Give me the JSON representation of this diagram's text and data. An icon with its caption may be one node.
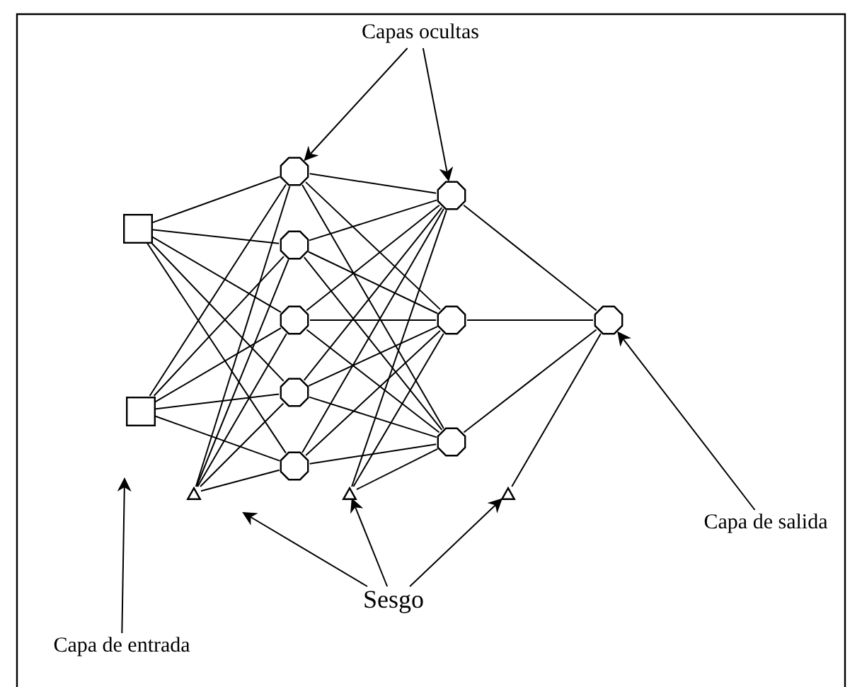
{
  "diagram": {
    "nodes": [
      {
        "text": [
          "Capas ocultas"
        ]
      },
      {
        "text": [],
        "shape": "box"
      },
      {
        "text": [],
        "shape": "box"
      },
      {
        "text": [],
        "shape": "circle"
      },
      {
        "text": [],
        "shape": "circle"
      },
      {
        "text": [],
        "shape": "circle"
      },
      {
        "text": [],
        "shape": "circle"
      },
      {
        "text": [],
        "shape": "circle"
      },
      {
        "text": [],
        "shape": "circle"
      },
      {
        "text": [],
        "shape": "circle"
      },
      {
        "text": [],
        "shape": "circle"
      },
      {
        "text": [],
        "shape": "circle"
      },
      {
        "text": [],
        "shape": "triangle"
      },
      {
        "text": [],
        "shape": "triangle"
      },
      {
        "text": [],
        "shape": "triangle"
      },
      {
        "text": [
          "Capa de salida"
        ]
      },
      {
        "text": [
          "Sesgo"
        ]
      },
      {
        "text": [
          "Capa de entrada"
        ]
      }
    ],
    "edges": [
      {
        "from": 0,
        "to": 3,
        "arrow": "to"
      },
      {
        "from": 0,
        "to": 8,
        "arrow": "to"
      },
      {
        "from": 1,
        "to": 3,
        "arrow": "none"
      },
      {
        "from": 1,
        "to": 4,
        "arrow": "none"
      },
      {
        "from": 1,
        "to": 5,
        "arrow": "none"
      },
      {
        "from": 1,
        "to": 6,
        "arrow": "none"
      },
      {
        "from": 1,
        "to": 7,
        "arrow": "none"
      },
      {
        "from": 2,
        "to": 3,
        "arrow": "none"
      },
      {
        "from": 2,
        "to": 4,
        "arrow": "none"
      },
      {
        "from": 2,
        "to": 5,
        "arrow": "none"
      },
      {
        "from": 2,
        "to": 6,
        "arrow": "none"
      },
      {
        "from": 2,
        "to": 7,
        "arrow": "none"
      },
      {
        "from": 12,
        "to": 3,
        "arrow": "none"
      },
      {
        "from": 12,
        "to": 4,
        "arrow": "none"
      },
      {
        "from": 12,
        "to": 5,
        "arrow": "none"
      },
      {
        "from": 12,
        "to": 6,
        "arrow": "none"
      },
      {
        "from": 12,
        "to": 7,
        "arrow": "none"
      },
      {
        "from": 3,
        "to": 8,
        "arrow": "none"
      },
      {
        "from": 3,
        "to": 9,
        "arrow": "none"
      },
      {
        "from": 3,
        "to": 10,
        "arrow": "none"
      },
      {
        "from": 4,
        "to": 8,
        "arrow": "none"
      },
      {
        "from": 4,
        "to": 9,
        "arrow": "none"
      },
      {
        "from": 4,
        "to": 10,
        "arrow": "none"
      },
      {
        "from": 5,
        "to": 8,
        "arrow": "none"
      },
      {
        "from": 5,
        "to": 9,
        "arrow": "none"
      },
      {
        "from": 5,
        "to": 10,
        "arrow": "none"
      },
      {
        "from": 6,
        "to": 8,
        "arrow": "none"
      },
      {
        "from": 6,
        "to": 9,
        "arrow": "none"
      },
      {
        "from": 6,
        "to": 10,
        "arrow": "none"
      },
      {
        "from": 7,
        "to": 8,
        "arrow": "none"
      },
      {
        "from": 7,
        "to": 9,
        "arrow": "none"
      },
      {
        "from": 7,
        "to": 10,
        "arrow": "none"
      },
      {
        "from": 13,
        "to": 8,
        "arrow": "none"
      },
      {
        "from": 13,
        "to": 9,
        "arrow": "none"
      },
      {
        "from": 13,
        "to": 10,
        "arrow": "none"
      },
      {
        "from": 8,
        "to": 11,
        "arrow": "none"
      },
      {
        "from": 9,
        "to": 11,
        "arrow": "none"
      },
      {
        "from": 10,
        "to": 11,
        "arrow": "none"
      },
      {
        "from": 14,
        "to": 11,
        "arrow": "none"
      },
      {
        "from": 15,
        "to": 11,
        "arrow": "to"
      },
      {
        "from": 16,
        "to": null,
        "arrow": "to"
      },
      {
        "from": 16,
        "to": 13,
        "arrow": "to"
      },
      {
        "from": 16,
        "to": 14,
        "arrow": "to"
      },
      {
        "from": 17,
        "to": null,
        "arrow": "to"
      }
    ]
  }
}
